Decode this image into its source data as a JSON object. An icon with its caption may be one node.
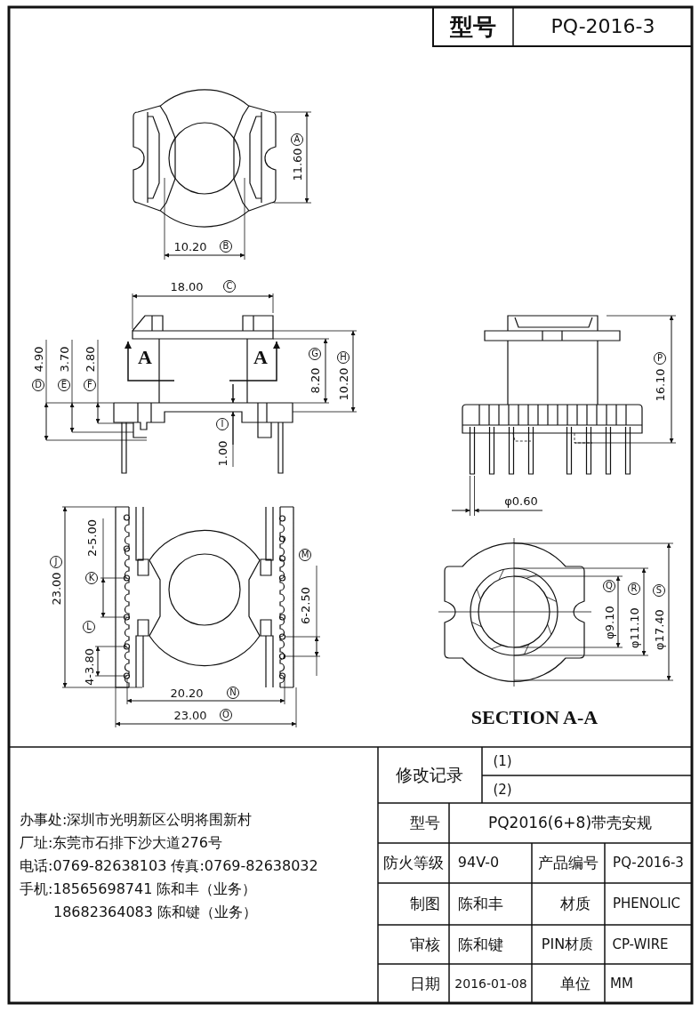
{
  "diagram": {
    "labels": [
      "型号",
      "PQ-2016-3",
      "11.60",
      "A",
      "10.20",
      "B",
      "18.00",
      "C",
      "4.90",
      "D",
      "3.70",
      "E",
      "2.80",
      "F",
      "A",
      "A",
      "8.20",
      "G",
      "10.20",
      "H",
      "16.10",
      "P",
      "I",
      "1.00",
      "φ0.60",
      "23.00",
      "J",
      "2-5.00",
      "K",
      "6-2.50",
      "M",
      "4-3.80",
      "L",
      "φ9.10",
      "Q",
      "φ11.10",
      "R",
      "φ17.40",
      "S",
      "20.20",
      "N",
      "23.00",
      "O",
      "SECTION A-A",
      "办事处:深圳市光明新区公明将围新村",
      "厂址:东莞市石排下沙大道276号",
      "电话:0769-82638103 传真:0769-82638032",
      "手机:18565698741 陈和丰（业务）",
      "18682364083 陈和键（业务）",
      "修改记录",
      "(1)",
      "(2)",
      "型号",
      "PQ2016(6+8)带壳安规",
      "防火等级",
      "94V-0",
      "产品编号",
      "PQ-2016-3",
      "制图",
      "陈和丰",
      "材质",
      "PHENOLIC",
      "审核",
      "陈和键",
      "PIN材质",
      "CP-WIRE",
      "日期",
      "2016-01-08",
      "单位",
      "MM"
    ]
  }
}
